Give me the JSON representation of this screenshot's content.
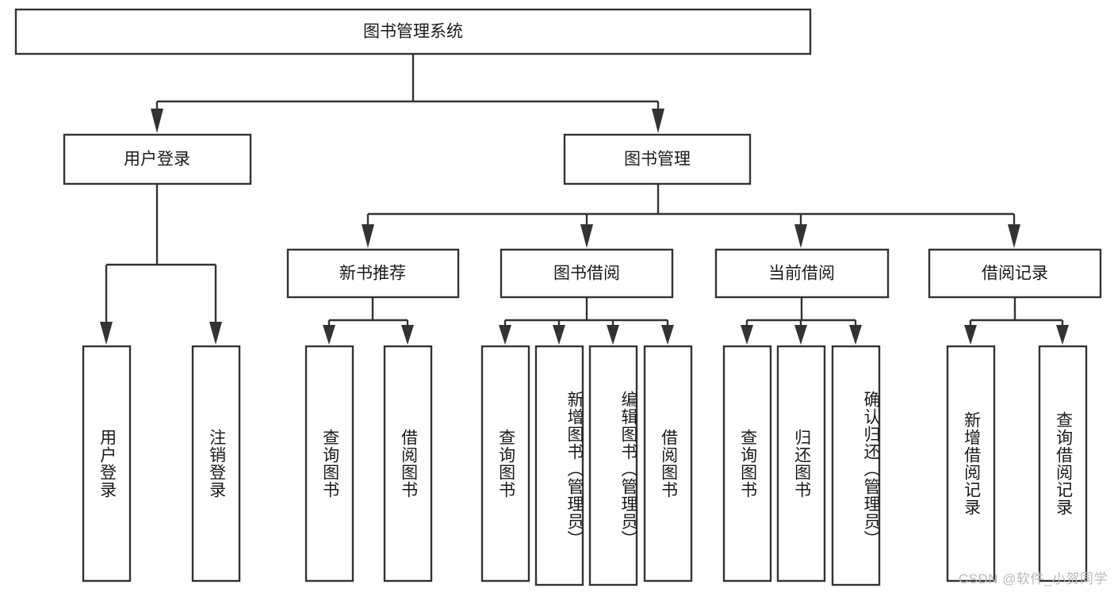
{
  "diagram": {
    "type": "tree-hierarchy-chart",
    "title": "图书管理系统",
    "orientation": "top-down",
    "colors": {
      "box_stroke": "#333333",
      "box_fill": "#ffffff",
      "text": "#1a1a1a",
      "connector": "#333333",
      "watermark": "#b9b9b9",
      "background": "#ffffff"
    },
    "root": {
      "label": "图书管理系统",
      "id": "root-system"
    },
    "level2": [
      {
        "id": "user-login",
        "label": "用户登录"
      },
      {
        "id": "book-management",
        "label": "图书管理"
      }
    ],
    "level3": [
      {
        "id": "new-book-recommend",
        "label": "新书推荐",
        "parent": "book-management"
      },
      {
        "id": "book-borrow",
        "label": "图书借阅",
        "parent": "book-management"
      },
      {
        "id": "current-borrow",
        "label": "当前借阅",
        "parent": "book-management"
      },
      {
        "id": "borrow-record",
        "label": "借阅记录",
        "parent": "book-management"
      }
    ],
    "leaves": [
      {
        "id": "leaf-user-login",
        "label": "用户登录",
        "parent": "user-login"
      },
      {
        "id": "leaf-logout-login",
        "label": "注销登录",
        "parent": "user-login"
      },
      {
        "id": "leaf-query-book-rec",
        "label": "查询图书",
        "parent": "new-book-recommend"
      },
      {
        "id": "leaf-borrow-book-rec",
        "label": "借阅图书",
        "parent": "new-book-recommend"
      },
      {
        "id": "leaf-query-book-bor",
        "label": "查询图书",
        "parent": "book-borrow"
      },
      {
        "id": "leaf-add-book-admin",
        "label": "新增图书（管理员）",
        "parent": "book-borrow"
      },
      {
        "id": "leaf-edit-book-admin",
        "label": "编辑图书（管理员）",
        "parent": "book-borrow"
      },
      {
        "id": "leaf-borrow-book-bor",
        "label": "借阅图书",
        "parent": "book-borrow"
      },
      {
        "id": "leaf-query-book-cur",
        "label": "查询图书",
        "parent": "current-borrow"
      },
      {
        "id": "leaf-return-book",
        "label": "归还图书",
        "parent": "current-borrow"
      },
      {
        "id": "leaf-confirm-return-admin",
        "label": "确认归还（管理员）",
        "parent": "current-borrow"
      },
      {
        "id": "leaf-add-borrow-record",
        "label": "新增借阅记录",
        "parent": "borrow-record"
      },
      {
        "id": "leaf-query-borrow-record",
        "label": "查询借阅记录",
        "parent": "borrow-record"
      }
    ],
    "watermark": "CSDN @软件_小贺同学"
  }
}
